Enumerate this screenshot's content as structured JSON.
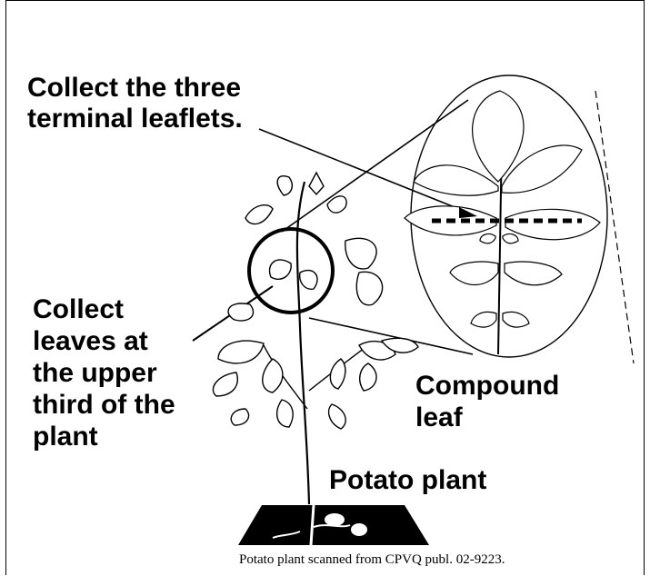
{
  "labels": {
    "terminal_line1": "Collect the three",
    "terminal_line2": "terminal leaflets.",
    "upper_line1": "Collect",
    "upper_line2": "leaves at",
    "upper_line3": "the upper",
    "upper_line4": "third of the",
    "upper_line5": "plant",
    "compound_line1": "Compound",
    "compound_line2": "leaf",
    "potato_plant": "Potato plant"
  },
  "caption": "Potato plant scanned from CPVQ publ.  02-9223.",
  "colors": {
    "ink": "#000000",
    "background": "#ffffff"
  }
}
